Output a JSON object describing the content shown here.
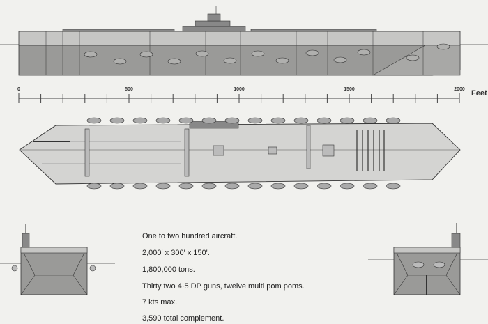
{
  "scale": {
    "labels": [
      "0",
      "500",
      "1000",
      "1500",
      "2000"
    ],
    "max_feet": 2000,
    "tick_interval_feet": 100,
    "unit": "Feet"
  },
  "specs": [
    "One to two hundred aircraft.",
    "2,000' x 300' x 150'.",
    "1,800,000 tons.",
    "Thirty two 4·5 DP guns, twelve multi pom poms.",
    "7 kts max.",
    "3,590 total complement."
  ],
  "colors": {
    "hull_dark": "#9a9a98",
    "hull_light": "#c6c6c4",
    "deck": "#d4d4d2",
    "line": "#333333",
    "background": "#f1f1ee"
  }
}
